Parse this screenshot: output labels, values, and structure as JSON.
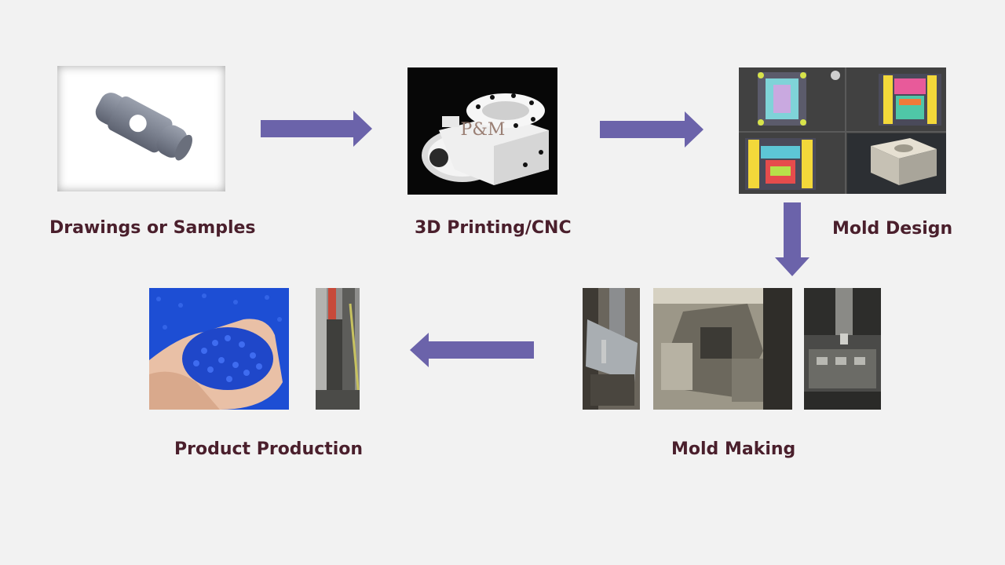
{
  "steps": {
    "drawings": {
      "label": "Drawings or Samples"
    },
    "printing": {
      "label": "3D Printing/CNC",
      "watermark": "P&M"
    },
    "design": {
      "label": "Mold Design"
    },
    "making": {
      "label": "Mold Making"
    },
    "production": {
      "label": "Product Production"
    }
  },
  "colors": {
    "background": "#f2f2f2",
    "arrow": "#6b63aa",
    "label": "#4a1f2c",
    "pellets": "#1e4fd6"
  },
  "icons": {
    "drawings": "cad-part-render-image",
    "printing": "3d-printed-part-photo",
    "design": "mold-cad-layout-screenshot",
    "making": "cnc-machining-photos",
    "production": "plastic-pellets-and-machine-photos"
  }
}
